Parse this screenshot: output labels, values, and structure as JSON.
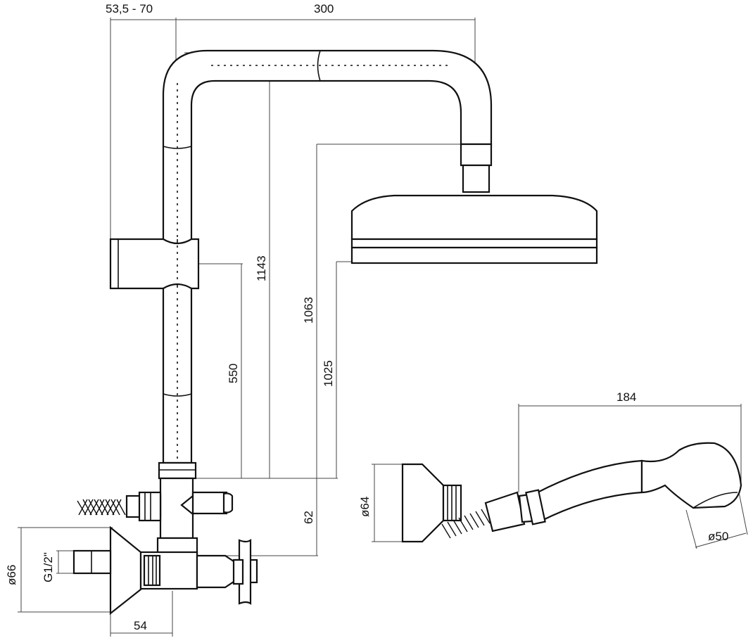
{
  "diagram": {
    "dimensions": {
      "offset_range": "53,5 - 70",
      "arm_length": "300",
      "height_total": "1143",
      "height_head": "1063",
      "height_head_face": "1025",
      "height_slider": "550",
      "height_valve": "62",
      "flange_diameter": "ø66",
      "thread": "G1/2\"",
      "flange_depth": "54",
      "handshower_length": "184",
      "handshower_flange": "ø64",
      "handshower_head": "ø50"
    }
  }
}
